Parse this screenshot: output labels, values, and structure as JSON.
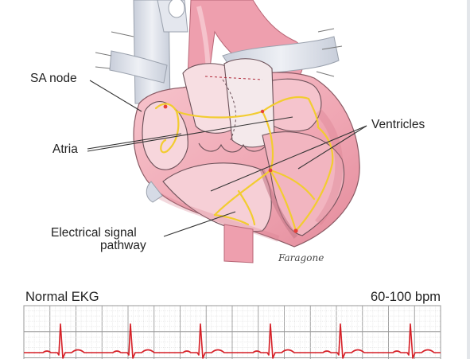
{
  "labels": {
    "sa_node": "SA node",
    "atria": "Atria",
    "ventricles": "Ventricles",
    "pathway_line1": "Electrical signal",
    "pathway_line2": "pathway"
  },
  "ekg": {
    "title": "Normal EKG",
    "rate": "60-100 bpm",
    "beat_count": 6
  },
  "signature": "Faragone",
  "colors": {
    "heart_pink": "#f2aeb9",
    "heart_shadow": "#e08a9a",
    "vessel_blue": "#d6dbe6",
    "pathway_yellow": "#f4d23c",
    "ekg_grid": "#bfbfbf",
    "ekg_trace": "#d61f26",
    "text": "#222222"
  }
}
